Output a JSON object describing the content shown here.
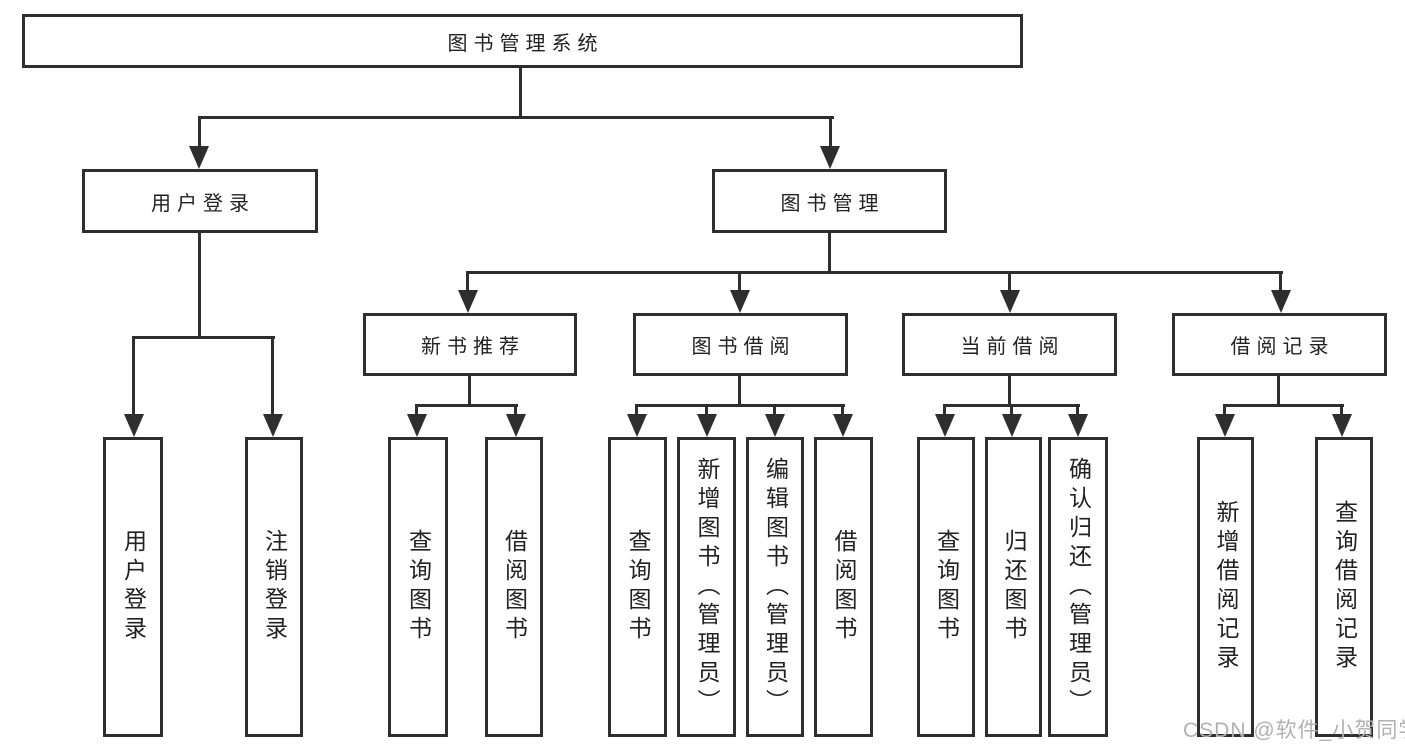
{
  "title": "图书管理系统",
  "nodes": {
    "root": {
      "label": "图书管理系统"
    },
    "user_login": {
      "label": "用户登录"
    },
    "book_mgmt": {
      "label": "图书管理"
    },
    "new_book_rec": {
      "label": "新书推荐"
    },
    "book_borrow": {
      "label": "图书借阅"
    },
    "current_borrow": {
      "label": "当前借阅"
    },
    "borrow_record": {
      "label": "借阅记录"
    },
    "leaf_user_login": {
      "label": "用户登录"
    },
    "leaf_logout": {
      "label": "注销登录"
    },
    "leaf_query_book_1": {
      "label": "查询图书"
    },
    "leaf_borrow_book_1": {
      "label": "借阅图书"
    },
    "leaf_query_book_2": {
      "label": "查询图书"
    },
    "leaf_add_book": {
      "label": "新增图书（管理员）"
    },
    "leaf_edit_book": {
      "label": "编辑图书（管理员）"
    },
    "leaf_borrow_book_2": {
      "label": "借阅图书"
    },
    "leaf_query_book_3": {
      "label": "查询图书"
    },
    "leaf_return_book": {
      "label": "归还图书"
    },
    "leaf_confirm_return": {
      "label": "确认归还（管理员）"
    },
    "leaf_add_record": {
      "label": "新增借阅记录"
    },
    "leaf_query_record": {
      "label": "查询借阅记录"
    }
  },
  "edges": [
    {
      "from": "root",
      "to": [
        "user_login",
        "book_mgmt"
      ]
    },
    {
      "from": "user_login",
      "to": [
        "leaf_user_login",
        "leaf_logout"
      ]
    },
    {
      "from": "book_mgmt",
      "to": [
        "new_book_rec",
        "book_borrow",
        "current_borrow",
        "borrow_record"
      ]
    },
    {
      "from": "new_book_rec",
      "to": [
        "leaf_query_book_1",
        "leaf_borrow_book_1"
      ]
    },
    {
      "from": "book_borrow",
      "to": [
        "leaf_query_book_2",
        "leaf_add_book",
        "leaf_edit_book",
        "leaf_borrow_book_2"
      ]
    },
    {
      "from": "current_borrow",
      "to": [
        "leaf_query_book_3",
        "leaf_return_book",
        "leaf_confirm_return"
      ]
    },
    {
      "from": "borrow_record",
      "to": [
        "leaf_add_record",
        "leaf_query_record"
      ]
    }
  ],
  "watermark": {
    "text": "CSDN @软件_小贺同学"
  },
  "colors": {
    "line": "#2e2e2e",
    "text": "#222222",
    "watermark": "#b3b0b0",
    "background": "#ffffff"
  }
}
